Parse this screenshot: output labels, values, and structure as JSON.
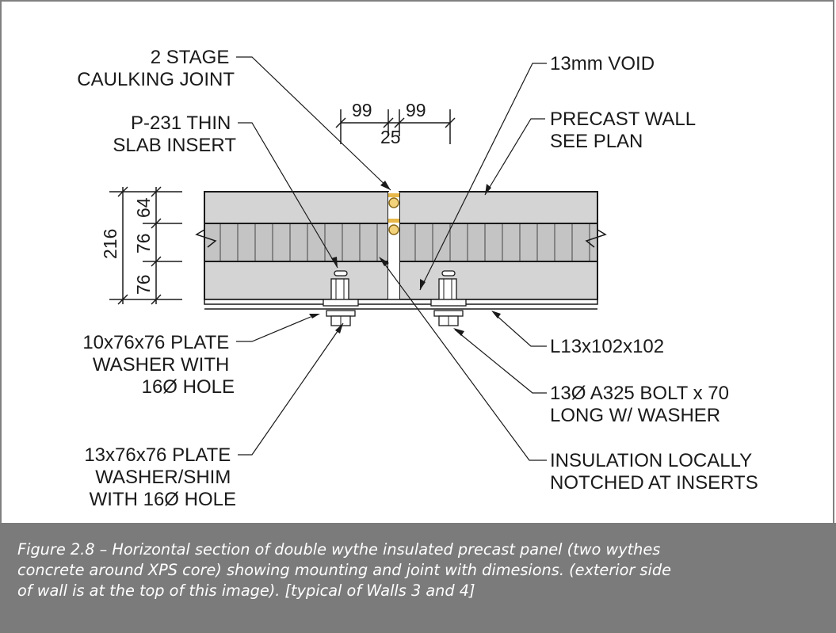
{
  "figure": {
    "callouts": {
      "caulking_joint": [
        "2 STAGE",
        "CAULKING JOINT"
      ],
      "thin_slab_insert": [
        "P-231 THIN",
        "SLAB INSERT"
      ],
      "void": [
        "13mm VOID"
      ],
      "precast_wall": [
        "PRECAST WALL",
        "SEE PLAN"
      ],
      "plate_washer_1": [
        "10x76x76 PLATE",
        "WASHER WITH",
        "16Ø HOLE"
      ],
      "plate_washer_2": [
        "13x76x76 PLATE",
        "WASHER/SHIM",
        "WITH 16Ø HOLE"
      ],
      "angle": [
        "L13x102x102"
      ],
      "bolt": [
        "13Ø A325 BOLT x 70",
        "LONG W/ WASHER"
      ],
      "insulation": [
        "INSULATION LOCALLY",
        "NOTCHED AT INSERTS"
      ]
    },
    "dimensions": {
      "top_left": "99",
      "top_right": "99",
      "top_total": "25",
      "side_total": "216",
      "side_top": "64",
      "side_middle": "76",
      "side_bottom": "76"
    }
  },
  "caption": "Figure 2.8 – Horizontal section of double wythe insulated precast panel (two wythes\nconcrete around XPS core) showing mounting and joint with dimesions.  (exterior side\nof wall is at the top of this image).  [typical of Walls 3 and 4]",
  "colors": {
    "concrete": "#d4d4d4",
    "insulation": "#c4c4c4",
    "caulking": "#e8b84a",
    "caption_background": "#7b7b7b"
  }
}
